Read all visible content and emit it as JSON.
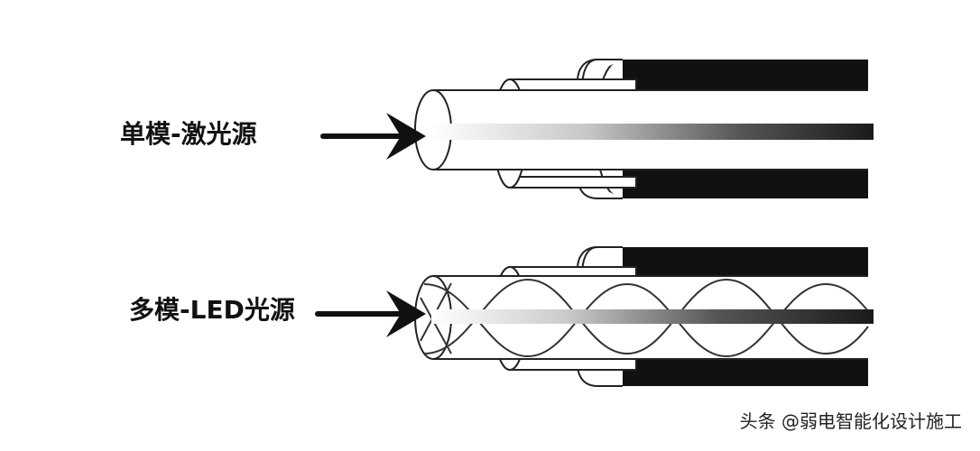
{
  "single_mode": {
    "label": "单模-激光源"
  },
  "multi_mode": {
    "label": "多模-LED光源"
  },
  "watermark": {
    "text": "头条 @弱电智能化设计施工"
  },
  "colors": {
    "jacket": "#111111",
    "core": "#1a1a1a",
    "outline": "#222222",
    "background": "#ffffff"
  }
}
